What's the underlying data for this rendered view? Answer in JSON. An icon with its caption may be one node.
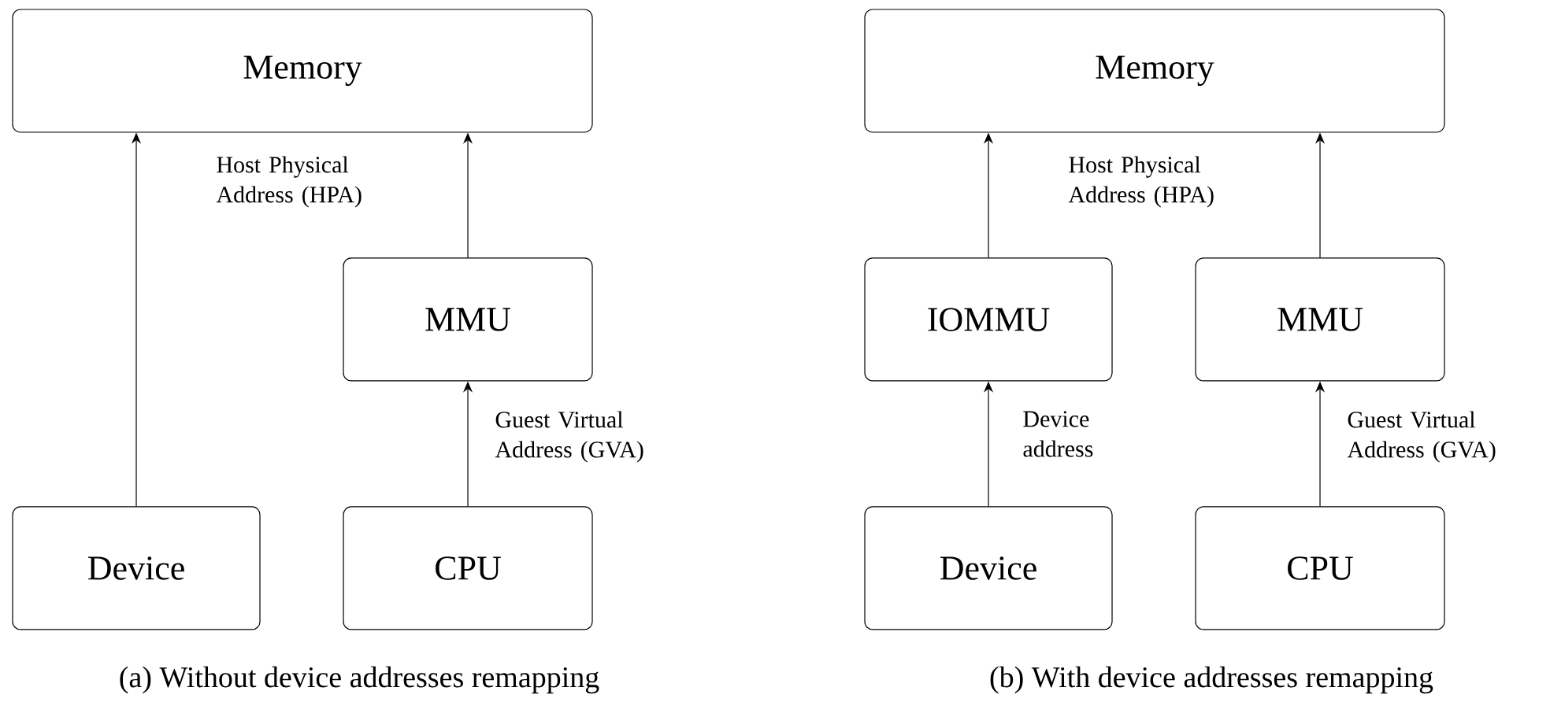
{
  "diagram": {
    "nodes": [
      {
        "text": [
          "Memory"
        ]
      },
      {
        "text": [
          "MMU"
        ]
      },
      {
        "text": [
          "Device"
        ]
      },
      {
        "text": [
          "CPU"
        ]
      },
      {
        "text": [
          "Memory"
        ]
      },
      {
        "text": [
          "IOMMU"
        ]
      },
      {
        "text": [
          "MMU"
        ]
      },
      {
        "text": [
          "Device"
        ]
      },
      {
        "text": [
          "CPU"
        ]
      }
    ],
    "edges": [
      {
        "from": 2,
        "to": 0,
        "arrow": "to"
      },
      {
        "from": 1,
        "to": 0,
        "arrow": "to",
        "label": "Host Physical Address (HPA)"
      },
      {
        "from": 3,
        "to": 1,
        "arrow": "to",
        "label": "Guest Virtual Address (GVA)"
      },
      {
        "from": 5,
        "to": 4,
        "arrow": "to"
      },
      {
        "from": 6,
        "to": 4,
        "arrow": "to",
        "label": "Host Physical Address (HPA)"
      },
      {
        "from": 7,
        "to": 5,
        "arrow": "to",
        "label": "Device address"
      },
      {
        "from": 8,
        "to": 6,
        "arrow": "to",
        "label": "Guest Virtual Address (GVA)"
      }
    ],
    "labels": [
      "(a) Without device addresses remapping",
      "(b) With device addresses remapping"
    ]
  }
}
